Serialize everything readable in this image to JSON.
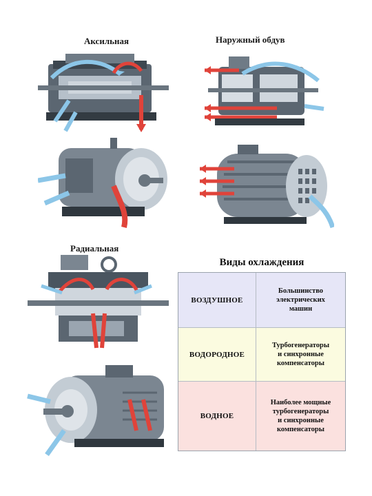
{
  "labels": {
    "axial": "Аксильная",
    "external": "Наружный  обдув",
    "radial": "Радиальная"
  },
  "table": {
    "title": "Виды  охлаждения",
    "rows": [
      {
        "name": "ВОЗДУШНОЕ",
        "desc": [
          "Большинство",
          "электрических",
          "машин"
        ],
        "color": "#e6e6f7"
      },
      {
        "name": "ВОДОРОДНОЕ",
        "desc": [
          "Турбогенераторы",
          "и  синхронные",
          "компенсаторы"
        ],
        "color": "#fbfbe0"
      },
      {
        "name": "ВОДНОЕ",
        "desc": [
          "Наиболее  мощные",
          "турбогенераторы",
          "и  синхронные",
          "компенсаторы"
        ],
        "color": "#fbe1df"
      }
    ]
  },
  "colors": {
    "machine": "#4a5560",
    "machine_light": "#9aa5b0",
    "hot_air": "#e0433a",
    "cool_air": "#8cc6e8"
  }
}
